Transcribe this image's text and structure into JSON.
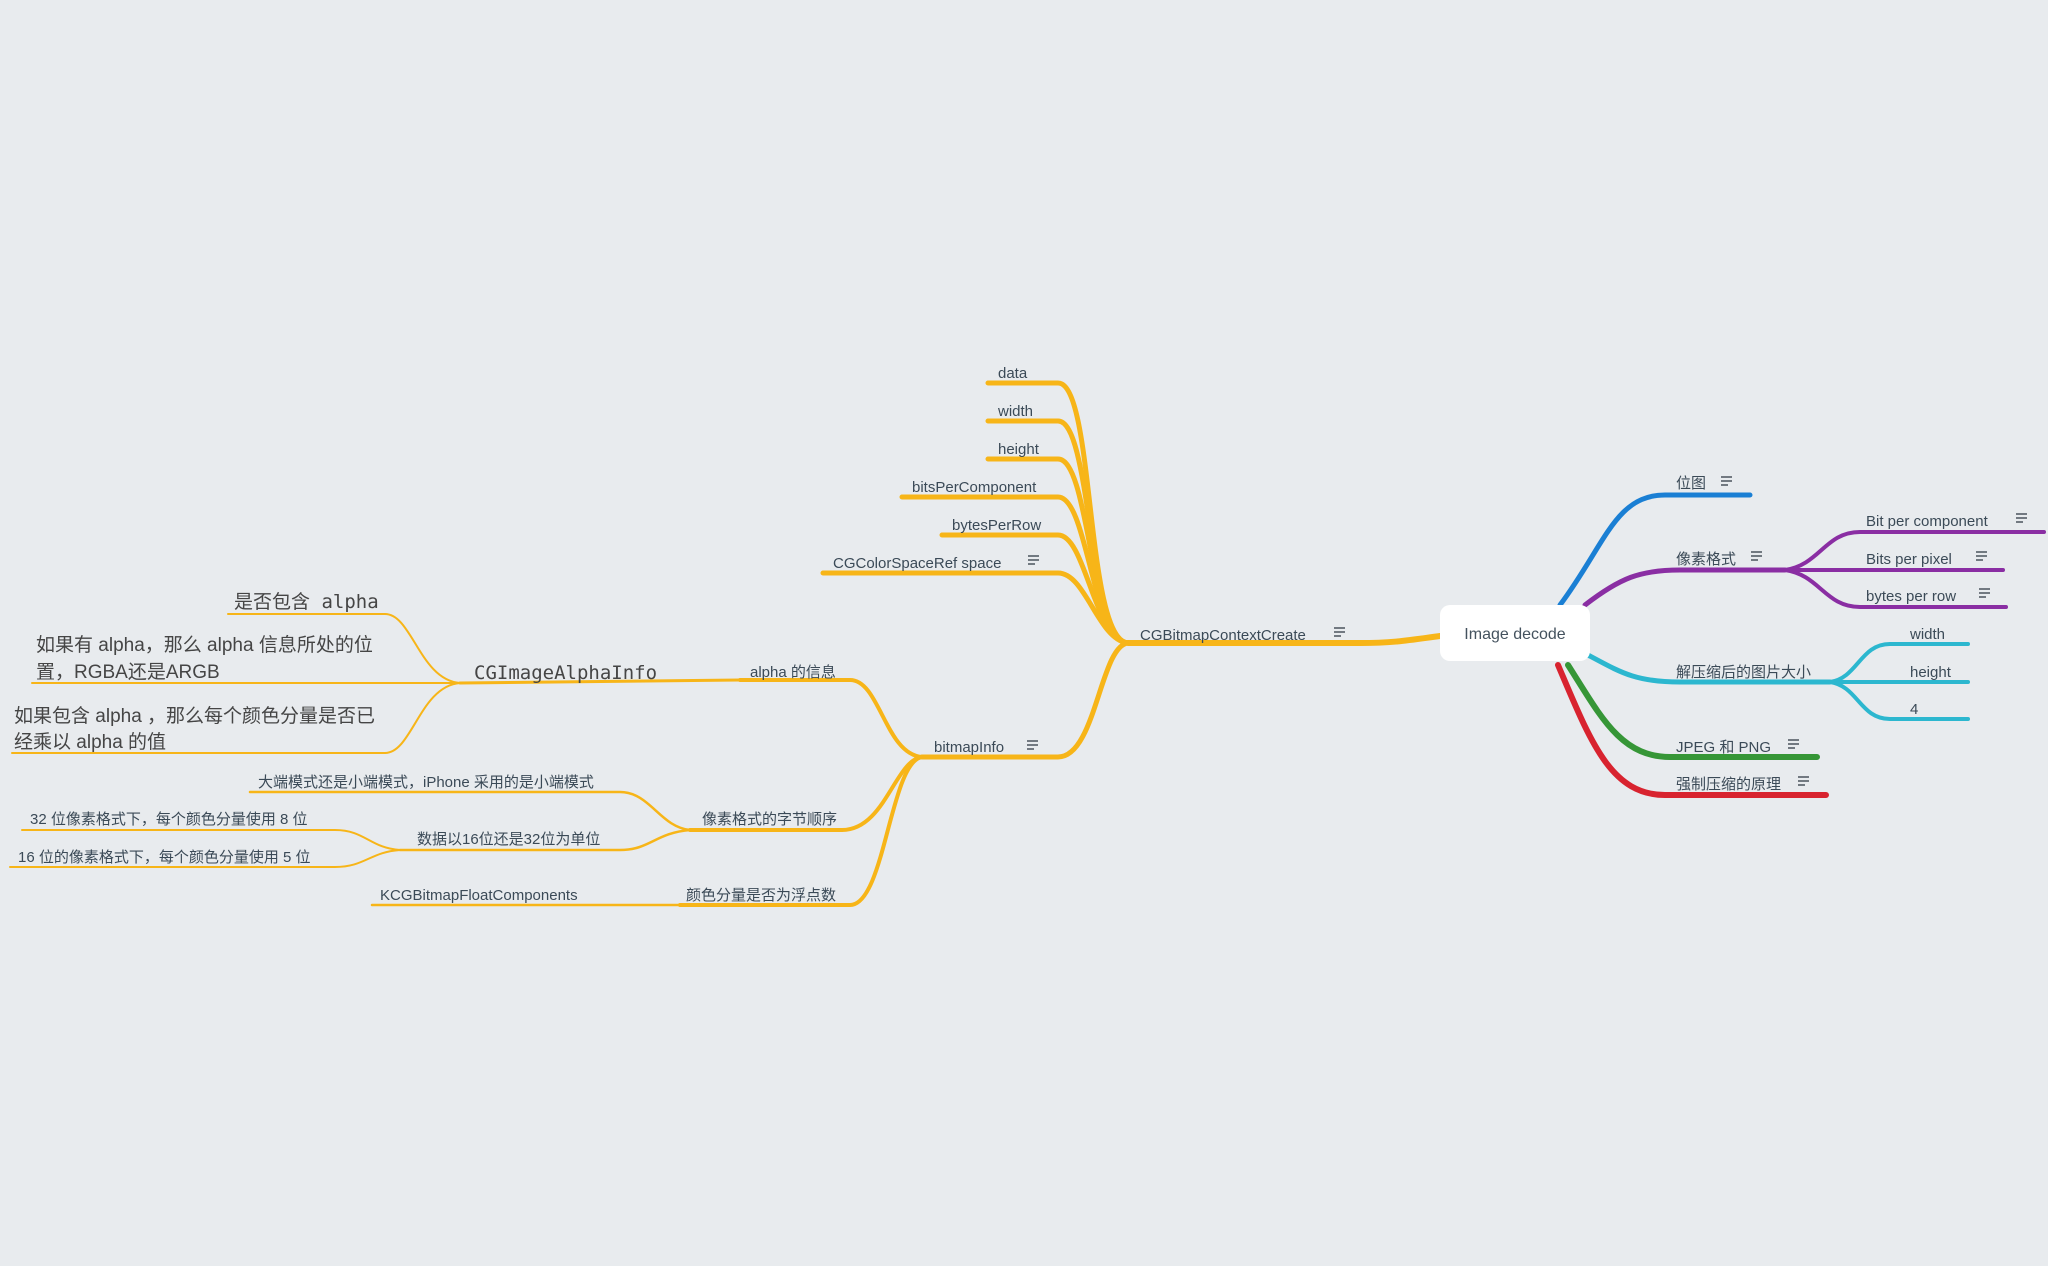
{
  "colors": {
    "background": "#e8ebee",
    "yellow": "#f7b518",
    "blue": "#1a7fd4",
    "purple": "#8a2ea3",
    "cyan": "#2cb7cf",
    "green": "#369637",
    "red": "#d8232f",
    "root_fill": "#ffffff"
  },
  "root": {
    "label": "Image decode"
  },
  "right_branches": {
    "bitmap": {
      "label": "位图",
      "note_icon": "note-icon"
    },
    "pixel_format": {
      "label": "像素格式",
      "note_icon": "note-icon",
      "children": [
        "Bit per component",
        "Bits per pixel",
        "bytes per row"
      ]
    },
    "decoded_size": {
      "label": "解压缩后的图片大小",
      "children": [
        "width",
        "height",
        "4"
      ]
    },
    "jpeg_png": {
      "label": "JPEG 和 PNG",
      "note_icon": "note-icon"
    },
    "force_decode": {
      "label": "强制压缩的原理",
      "note_icon": "note-icon"
    }
  },
  "left_branches": {
    "context_create": {
      "label": "CGBitmapContextCreate",
      "note_icon": "note-icon",
      "params": [
        "data",
        "width",
        "height",
        "bitsPerComponent",
        "bytesPerRow",
        "CGColorSpaceRef space"
      ],
      "bitmap_info": {
        "label": "bitmapInfo",
        "alpha_info": {
          "label": "alpha 的信息",
          "alpha_struct": {
            "label": "CGImageAlphaInfo",
            "has_alpha": "是否包含 alpha",
            "alpha_position_line1": "如果有 alpha，那么 alpha 信息所处的位",
            "alpha_position_line2": "置，RGBA还是ARGB",
            "premultiplied_line1": "如果包含 alpha ，那么每个颜色分量是否已",
            "premultiplied_line2": "经乘以 alpha 的值"
          }
        },
        "byte_order": {
          "label": "像素格式的字节顺序",
          "endianness": "大端模式还是小端模式，iPhone 采用的是小端模式",
          "unit": {
            "label": "数据以16位还是32位为单位",
            "bits32": "32 位像素格式下，每个颜色分量使用 8 位",
            "bits16": "16 位的像素格式下，每个颜色分量使用 5 位"
          }
        },
        "float": {
          "label": "颜色分量是否为浮点数",
          "flag": "KCGBitmapFloatComponents"
        }
      }
    }
  }
}
